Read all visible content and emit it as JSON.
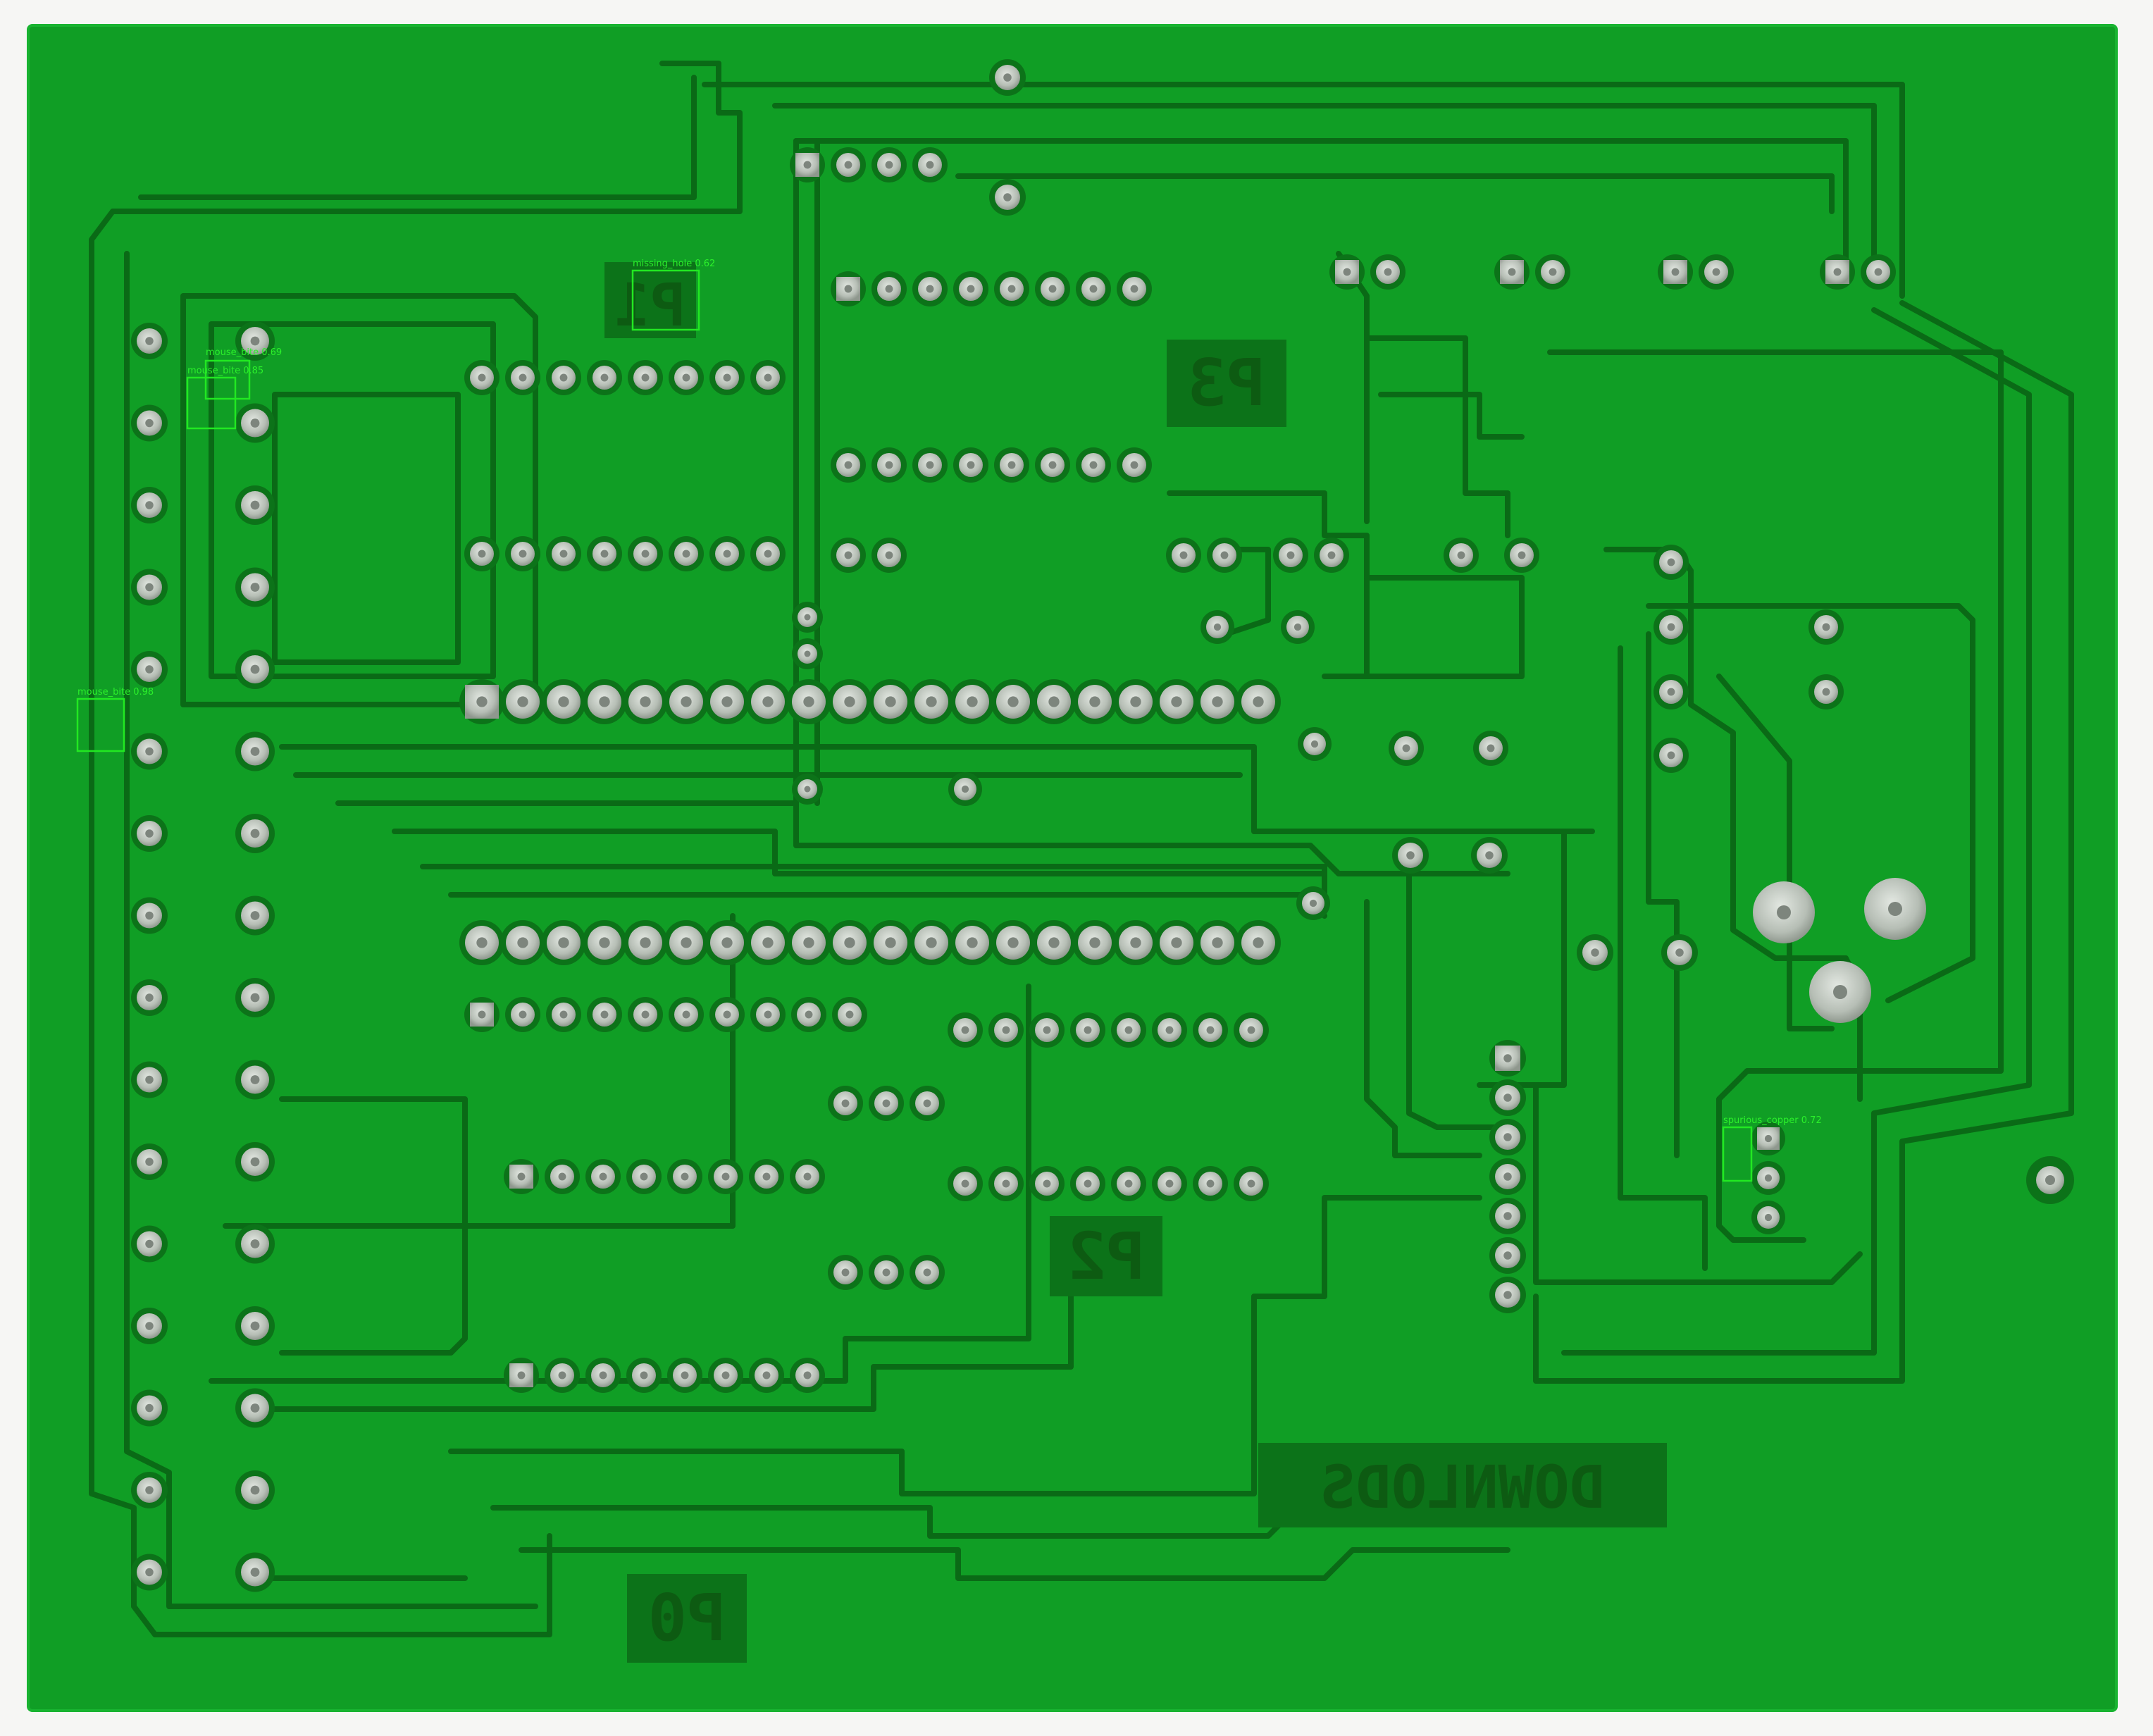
{
  "board": {
    "colors": {
      "background": "#f6f6f4",
      "mask": "#0f9e23",
      "mask_light": "#13ad2a",
      "gap": "#0a6a16",
      "pad_metal": "#c8cfc7",
      "pad_hole": "#7d857d",
      "detection_box": "#22e822"
    }
  },
  "silkscreen": {
    "p3": "P3",
    "p2": "P2",
    "p0": "P0",
    "p1": "P1",
    "brand": "DOWNLODS"
  },
  "detections": [
    {
      "label": "missing_hole 0.62"
    },
    {
      "label": "mouse_bite 0.69"
    },
    {
      "label": "mouse_bite 0.85"
    },
    {
      "label": "mouse_bite 0.98"
    },
    {
      "label": "spurious_copper 0.72"
    }
  ]
}
